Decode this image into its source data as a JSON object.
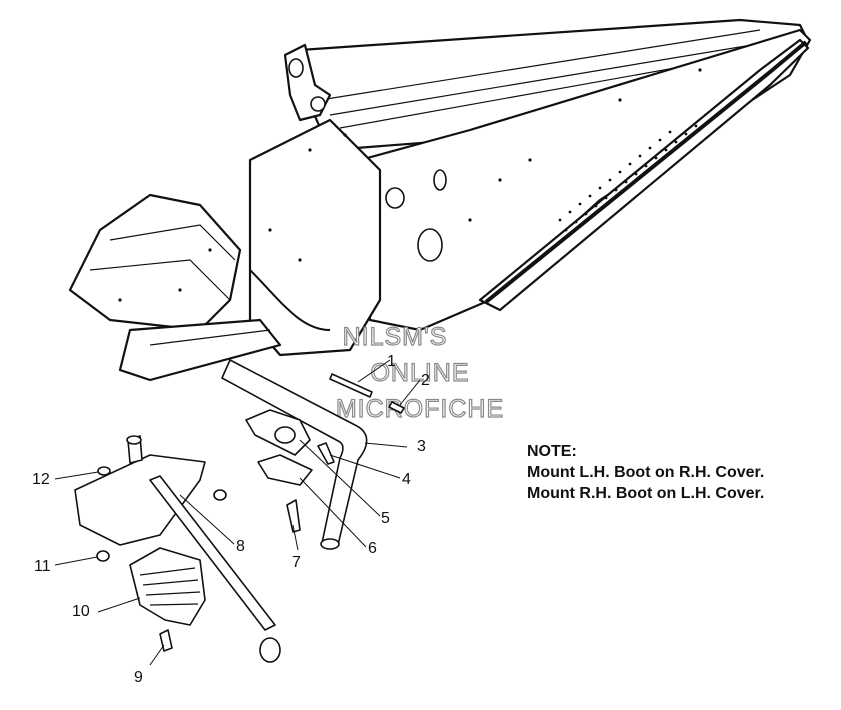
{
  "watermark": {
    "line1": "NILSM'S",
    "line2": "ONLINE",
    "line3": "MICROFICHE"
  },
  "note": {
    "heading": "NOTE:",
    "line1": "Mount L.H. Boot on R.H. Cover.",
    "line2": "Mount R.H. Boot on L.H. Cover."
  },
  "callouts": [
    "1",
    "2",
    "3",
    "4",
    "5",
    "6",
    "7",
    "8",
    "9",
    "10",
    "11",
    "12"
  ]
}
